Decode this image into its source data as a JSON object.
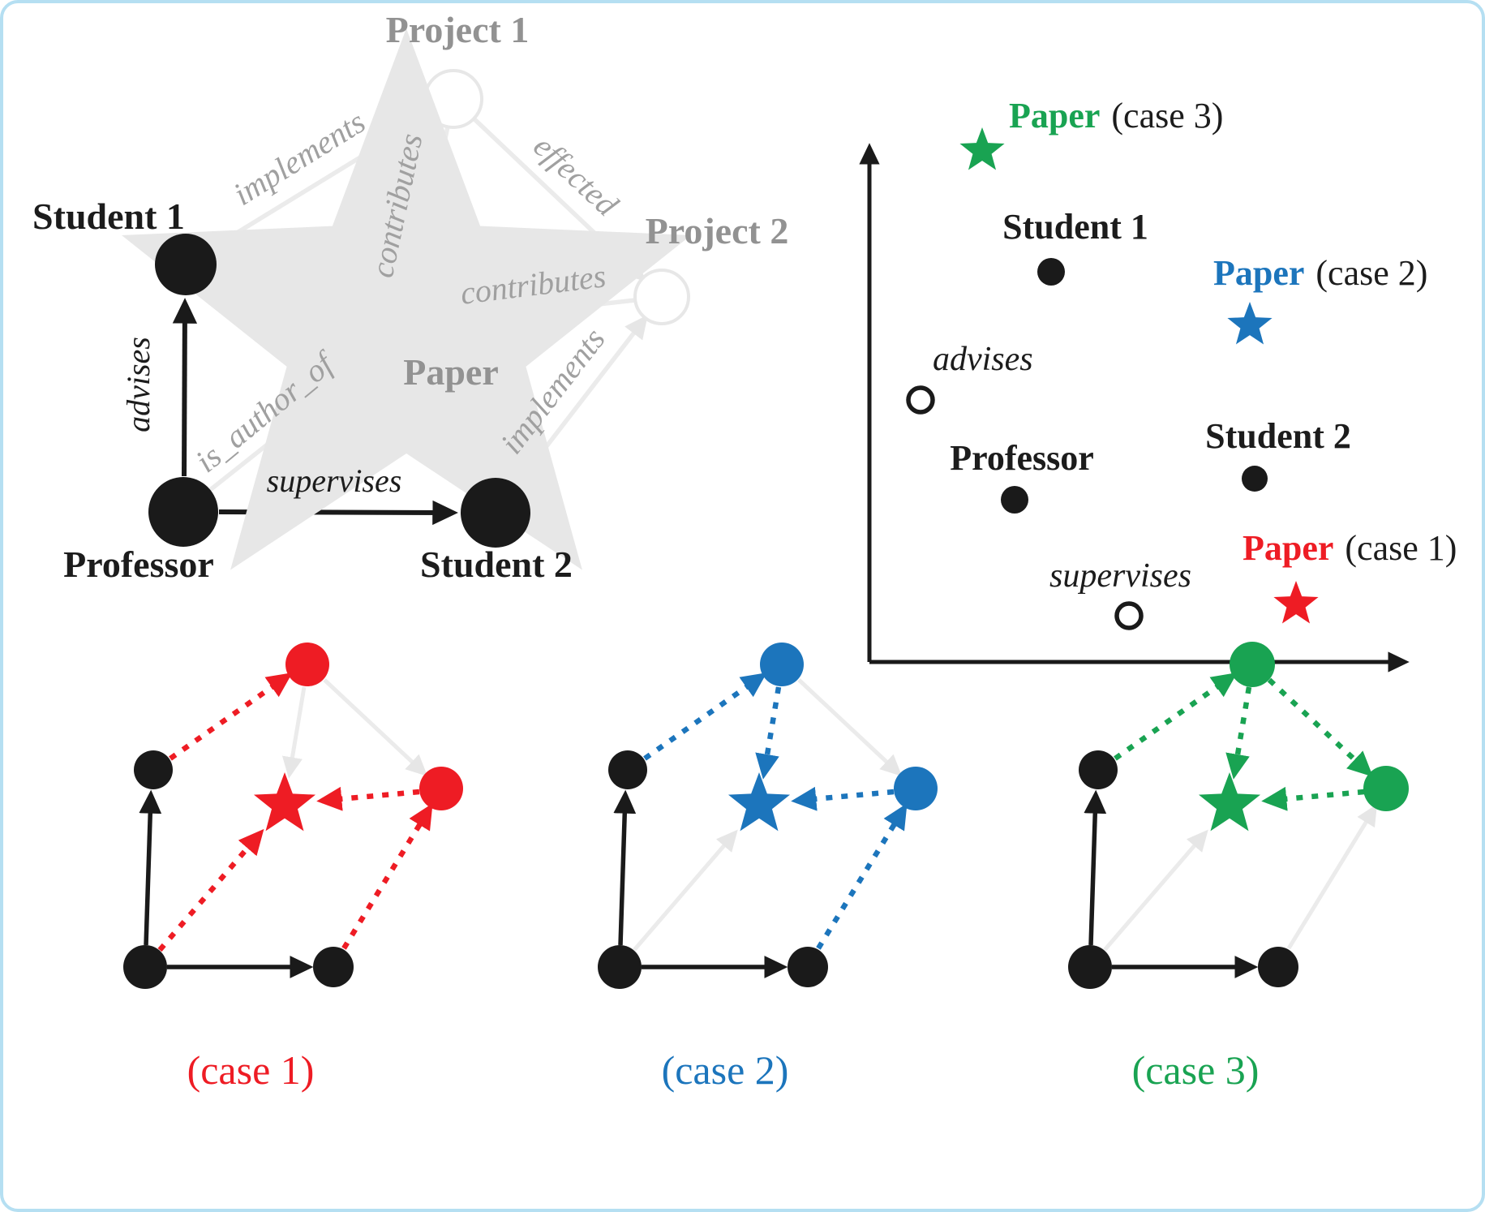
{
  "palette": {
    "border": "#b5dff2",
    "background": "#ffffff",
    "black": "#1a1a1a",
    "ghost_edge": "#ebebeb",
    "ghost_text": "#9a9a9a",
    "red": "#ee1c24",
    "blue": "#1c75bc",
    "green": "#19a352"
  },
  "graph": {
    "nodes": {
      "student1": "Student 1",
      "student2": "Student 2",
      "professor": "Professor",
      "project1": "Project 1",
      "project2": "Project 2",
      "paper": "Paper"
    },
    "edges": {
      "advises": "advises",
      "supervises": "supervises",
      "is_author_of": "is_author_of",
      "implements_s1": "implements",
      "implements_s2": "implements",
      "contributes_p1": "contributes",
      "contributes_p2": "contributes",
      "effected": "effected"
    }
  },
  "embedding": {
    "paper_case3": {
      "main": "Paper",
      "suffix": "(case 3)"
    },
    "paper_case2": {
      "main": "Paper",
      "suffix": "(case 2)"
    },
    "paper_case1": {
      "main": "Paper",
      "suffix": "(case 1)"
    },
    "student1": "Student 1",
    "student2": "Student 2",
    "professor": "Professor",
    "advises": "advises",
    "supervises": "supervises"
  },
  "cases": [
    {
      "label": "(case 1)",
      "color": "#ee1c24"
    },
    {
      "label": "(case 2)",
      "color": "#1c75bc"
    },
    {
      "label": "(case 3)",
      "color": "#19a352"
    }
  ]
}
